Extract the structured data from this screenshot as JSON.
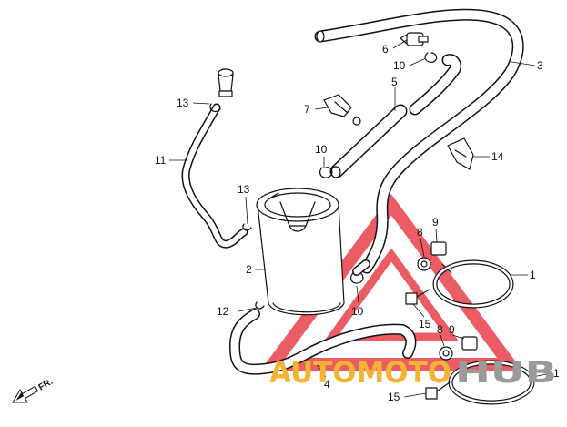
{
  "diagram": {
    "callouts": [
      {
        "id": "c3",
        "text": "3"
      },
      {
        "id": "c6",
        "text": "6"
      },
      {
        "id": "c10a",
        "text": "10"
      },
      {
        "id": "c5",
        "text": "5"
      },
      {
        "id": "c7",
        "text": "7"
      },
      {
        "id": "c13a",
        "text": "13"
      },
      {
        "id": "c11",
        "text": "11"
      },
      {
        "id": "c10b",
        "text": "10"
      },
      {
        "id": "c14",
        "text": "14"
      },
      {
        "id": "c13b",
        "text": "13"
      },
      {
        "id": "c9a",
        "text": "9"
      },
      {
        "id": "c8a",
        "text": "8"
      },
      {
        "id": "c2",
        "text": "2"
      },
      {
        "id": "c1a",
        "text": "1"
      },
      {
        "id": "c12",
        "text": "12"
      },
      {
        "id": "c10c",
        "text": "10"
      },
      {
        "id": "c15a",
        "text": "15"
      },
      {
        "id": "c8b",
        "text": "8"
      },
      {
        "id": "c9b",
        "text": "9"
      },
      {
        "id": "c4",
        "text": "4"
      },
      {
        "id": "c1b",
        "text": "1"
      },
      {
        "id": "c15b",
        "text": "15"
      }
    ],
    "direction_label": "FR.",
    "watermark": {
      "part1": "AUTOMOTO",
      "part2": "HUB",
      "color1": "#f5b335",
      "color2": "#9a9a9a",
      "triangle_color": "#e8404a"
    },
    "line_color": "#111111"
  }
}
